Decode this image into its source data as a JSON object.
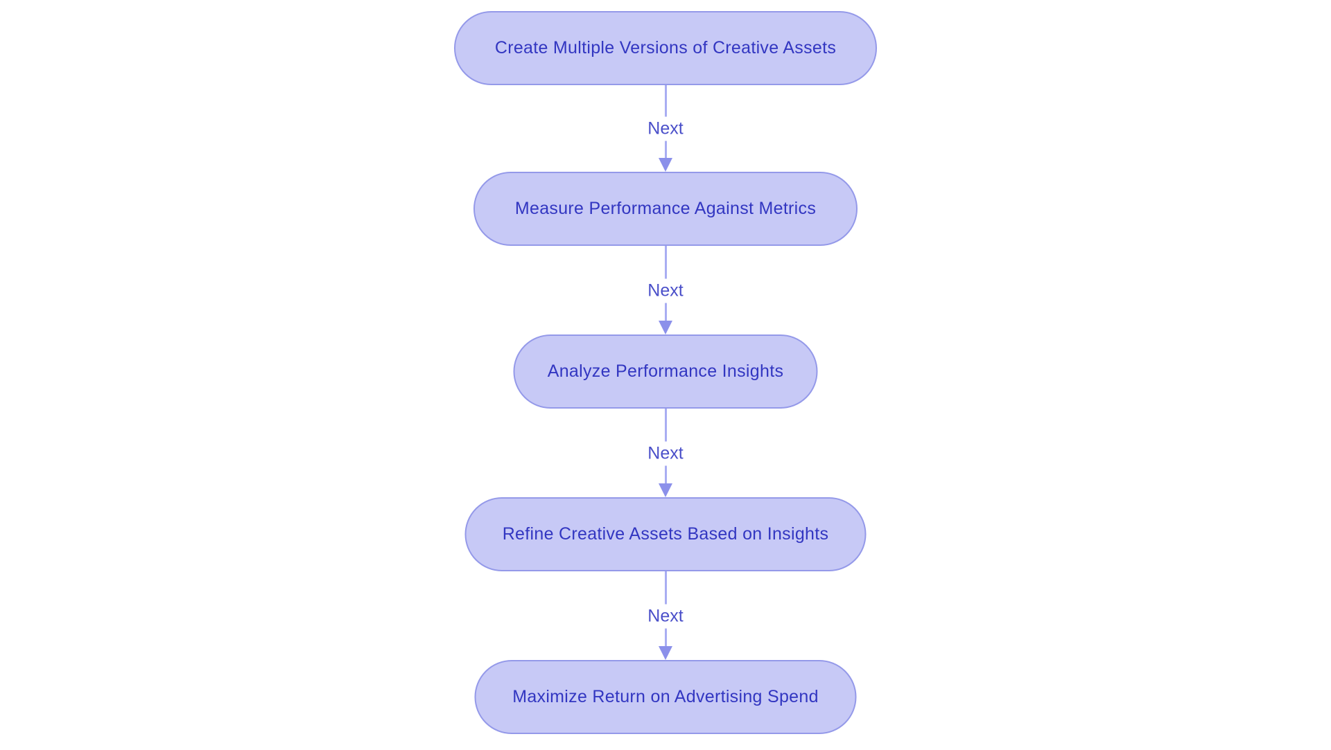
{
  "diagram": {
    "type": "flowchart-vertical",
    "background": "#ffffff",
    "colors": {
      "node_fill": "#c7c9f6",
      "node_border": "#9499e9",
      "node_text": "#3236c1",
      "connector_line": "#a8adf2",
      "arrowhead": "#8b90ea",
      "connector_label_color": "#4a4fc9"
    },
    "nodes": [
      {
        "label": "Create Multiple Versions of Creative Assets"
      },
      {
        "label": "Measure Performance Against Metrics"
      },
      {
        "label": "Analyze Performance Insights"
      },
      {
        "label": "Refine Creative Assets Based on Insights"
      },
      {
        "label": "Maximize Return on Advertising Spend"
      }
    ],
    "connectors": [
      {
        "label": "Next"
      },
      {
        "label": "Next"
      },
      {
        "label": "Next"
      },
      {
        "label": "Next"
      }
    ]
  }
}
